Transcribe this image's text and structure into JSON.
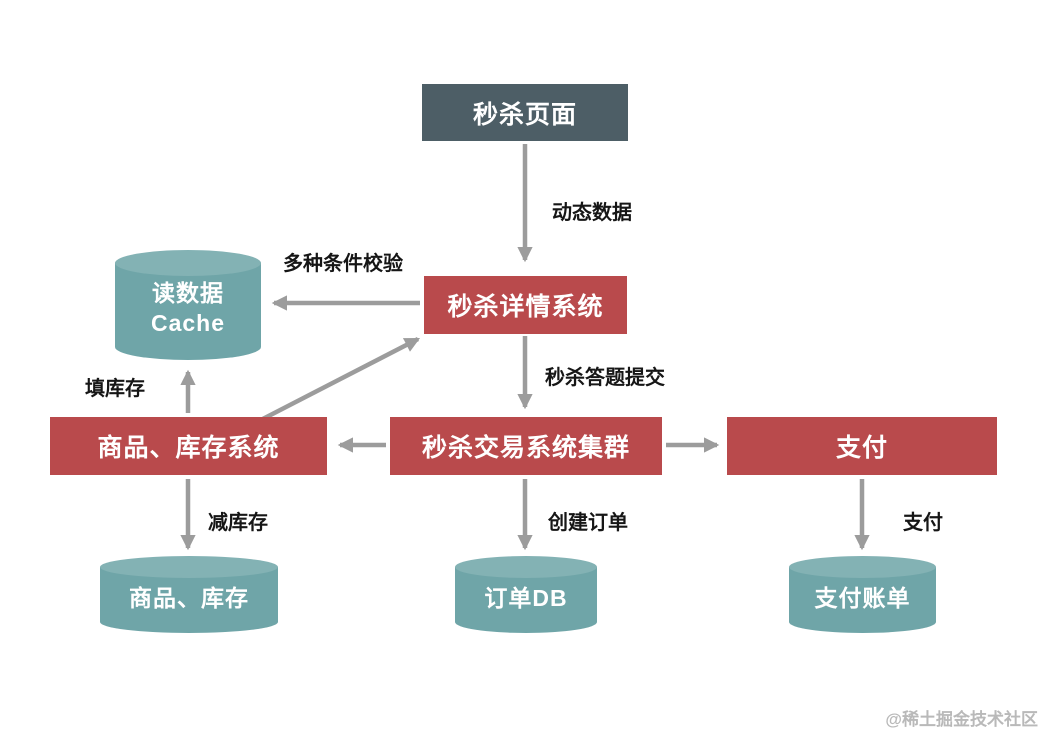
{
  "colors": {
    "box_red": "#b94a4c",
    "box_slate": "#4d5e66",
    "cylinder_teal": "#6fa5a8",
    "arrow_gray": "#9c9c9c"
  },
  "nodes": {
    "seckill_page": {
      "label": "秒杀页面"
    },
    "detail_system": {
      "label": "秒杀详情系统"
    },
    "cache": {
      "line1": "读数据",
      "line2": "Cache"
    },
    "inventory_system": {
      "label": "商品、库存系统"
    },
    "trade_cluster": {
      "label": "秒杀交易系统集群"
    },
    "payment": {
      "label": "支付"
    },
    "inventory_db": {
      "label": "商品、库存"
    },
    "order_db": {
      "label": "订单DB"
    },
    "payment_db": {
      "label": "支付账单"
    }
  },
  "edges": {
    "dynamic_data": "动态数据",
    "validation": "多种条件校验",
    "fill_inventory": "填库存",
    "answer_submit": "秒杀答题提交",
    "reduce_inventory": "减库存",
    "create_order": "创建订单",
    "pay": "支付"
  },
  "watermark": "@稀土掘金技术社区"
}
